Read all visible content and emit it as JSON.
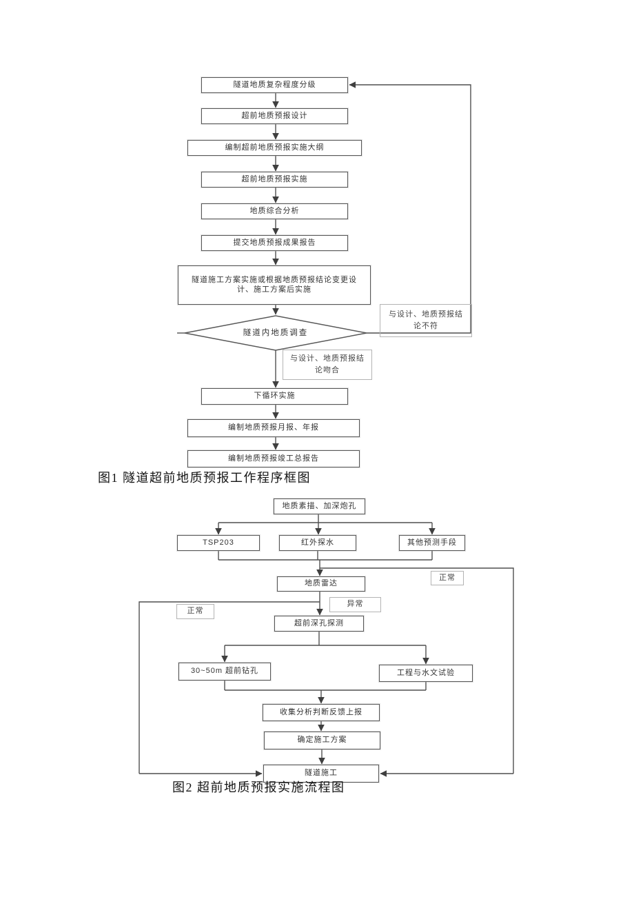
{
  "figure1": {
    "caption": "图1 隧道超前地质预报工作程序框图",
    "nodes": {
      "n1": "隧道地质复杂程度分级",
      "n2": "超前地质预报设计",
      "n3": "编制超前地质预报实施大纲",
      "n4": "超前地质预报实施",
      "n5": "地质综合分析",
      "n6": "提交地质预报成果报告",
      "n7": "隧道施工方案实施或根据地质预报结论变更设计、施工方案后实施",
      "decision": "隧道内地质调查",
      "label_mismatch": "与设计、地质预报结论不符",
      "label_match": "与设计、地质预报结论吻合",
      "n8": "下循环实施",
      "n9": "编制地质预报月报、年报",
      "n10": "编制地质预报竣工总报告"
    }
  },
  "figure2": {
    "caption": "图2 超前地质预报实施流程图",
    "nodes": {
      "m1": "地质素描、加深炮孔",
      "m2": "TSP203",
      "m3": "红外探水",
      "m4": "其他预测手段",
      "m5": "地质雷达",
      "m6": "超前深孔探测",
      "m7": "30~50m 超前钻孔",
      "m8": "工程与水文试验",
      "m9": "收集分析判断反馈上报",
      "m10": "确定施工方案",
      "m11": "隧道施工",
      "label_normal_left": "正常",
      "label_normal_right": "正常",
      "label_abnormal": "异常"
    }
  },
  "colors": {
    "line": "#4f4f4f",
    "box_border": "#575757",
    "label_border": "#b3b3b3",
    "text": "#333333"
  }
}
